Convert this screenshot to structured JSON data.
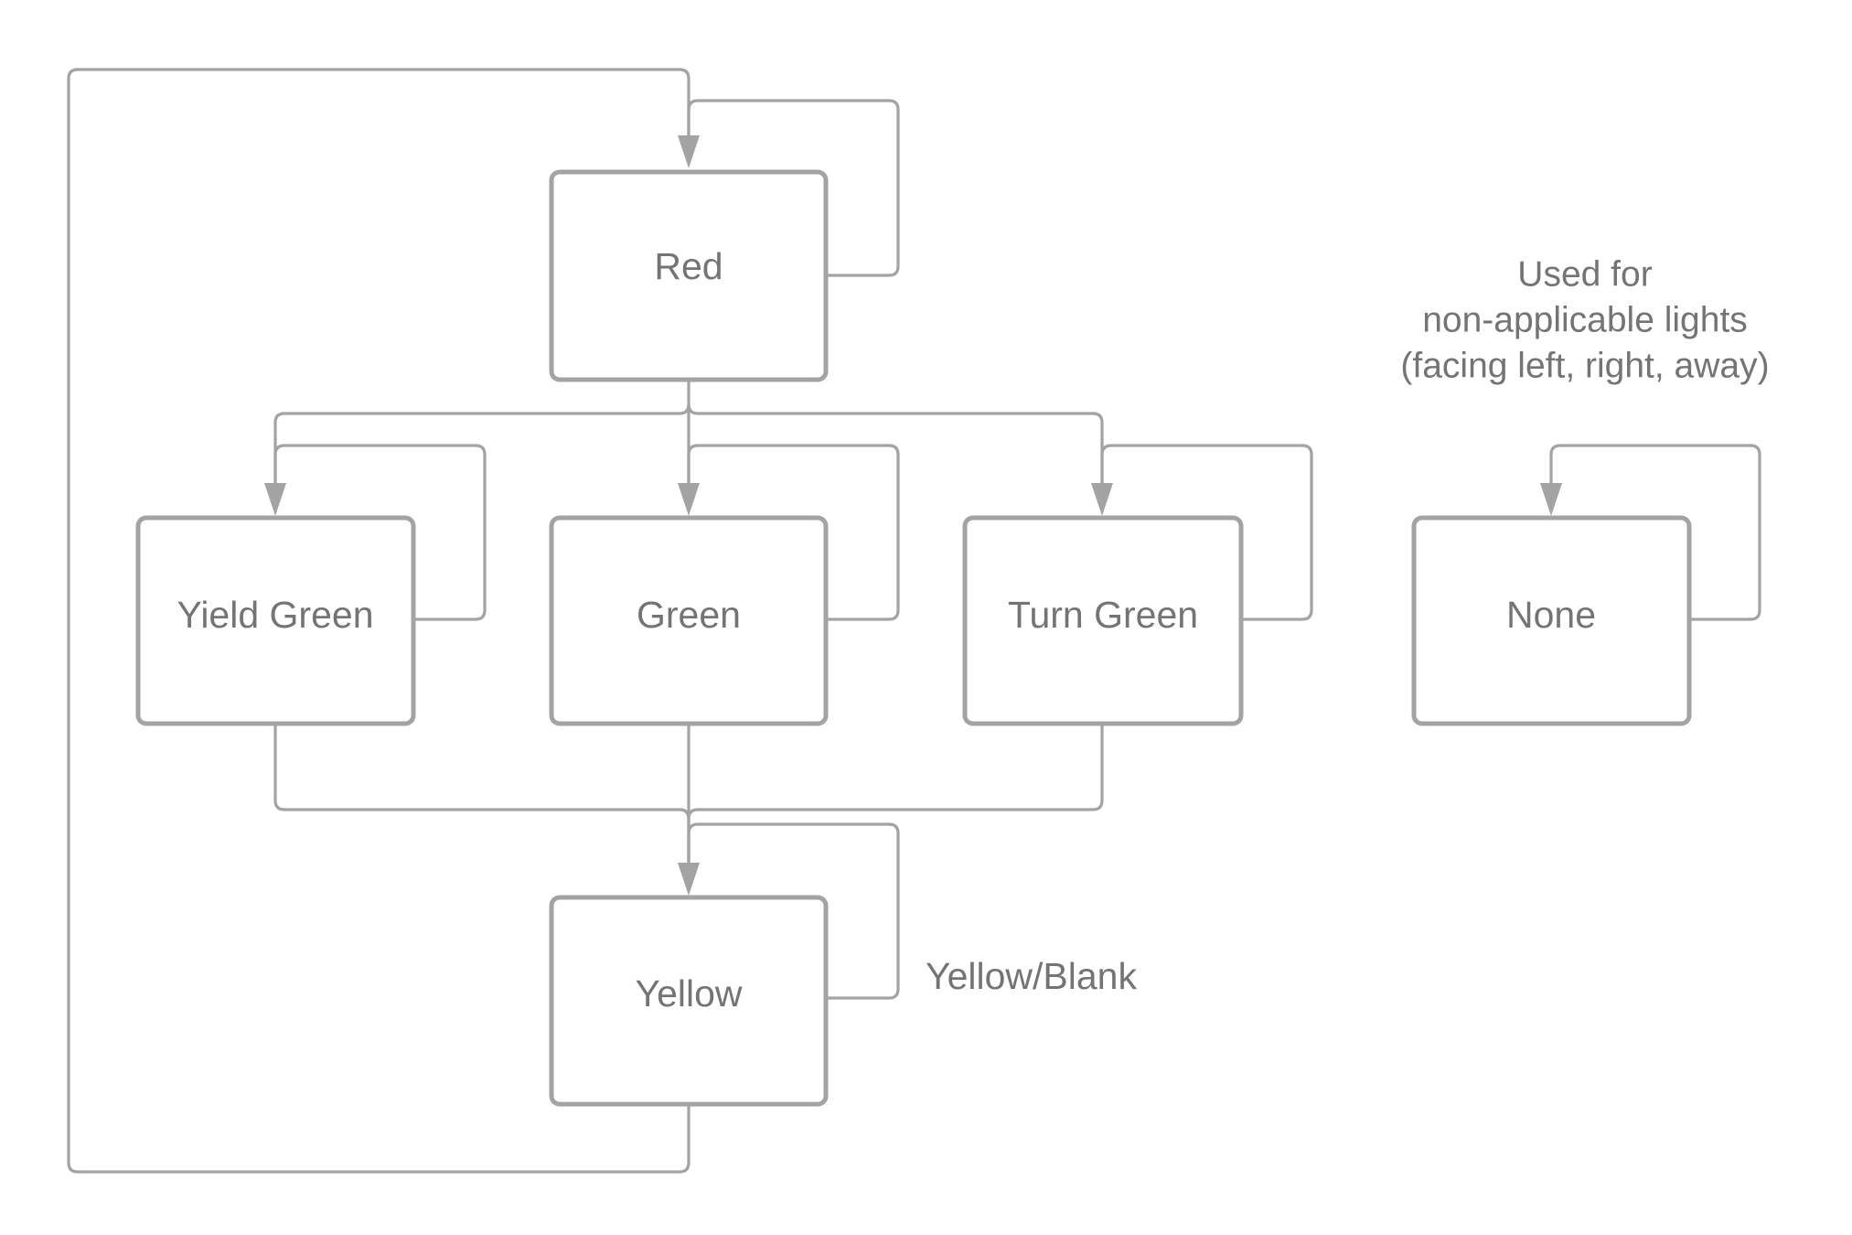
{
  "diagram": {
    "states": {
      "red": "Red",
      "yield_green": "Yield Green",
      "green": "Green",
      "turn_green": "Turn Green",
      "yellow": "Yellow",
      "none": "None"
    },
    "edge_labels": {
      "yellow_self_loop": "Yellow/Blank"
    },
    "note": {
      "line1": "Used for",
      "line2": "non-applicable lights",
      "line3": "(facing left, right, away)"
    },
    "colors": {
      "stroke": "#a3a3a3",
      "text": "#747474",
      "background": "#ffffff"
    }
  }
}
